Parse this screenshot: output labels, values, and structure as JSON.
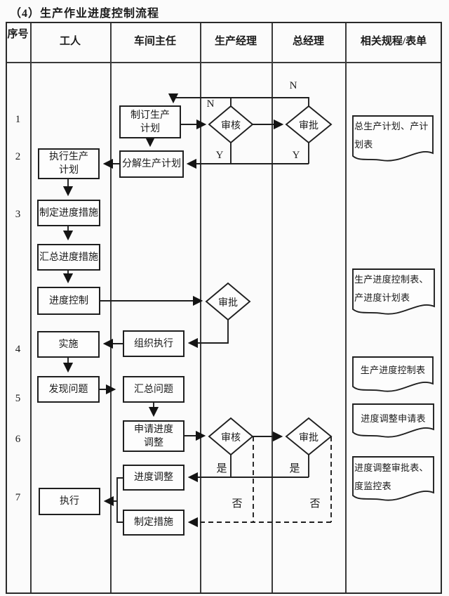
{
  "title": "（4）生产作业进度控制流程",
  "columns": {
    "seq": "序号",
    "worker": "工人",
    "workshop_director": "车间主任",
    "production_manager": "生产经理",
    "general_manager": "总经理",
    "related_forms": "相关规程/表单"
  },
  "row_numbers": [
    "1",
    "2",
    "3",
    "4",
    "5",
    "6",
    "7"
  ],
  "nodes": {
    "make_production_plan": "制订生产计划",
    "review_1": "审核",
    "approve_1": "审批",
    "execute_production_plan": "执行生产计划",
    "decompose_production_plan": "分解生产计划",
    "make_progress_measures": "制定进度措施",
    "summarize_progress_measures": "汇总进度措施",
    "progress_control": "进度控制",
    "approve_2": "审批",
    "implement": "实施",
    "organize_execution": "组织执行",
    "find_problems": "发现问题",
    "summarize_problems": "汇总问题",
    "apply_progress_adjustment": "申请进度调整",
    "review_2": "审核",
    "approve_3": "审批",
    "progress_adjustment": "进度调整",
    "execute": "执行",
    "make_measures": "制定措施"
  },
  "branch_labels": {
    "n_review_1": "N",
    "n_approve_1": "N",
    "y_review_1": "Y",
    "y_approve_1": "Y",
    "yes_review_2": "是",
    "yes_approve_3": "是",
    "no_review_2": "否",
    "no_approve_3": "否"
  },
  "documents": {
    "doc1": "总生产计划、产计划表",
    "doc2": "生产进度控制表、产进度计划表",
    "doc3": "生产进度控制表",
    "doc4": "进度调整申请表",
    "doc5": "进度调整审批表、度监控表"
  },
  "colors": {
    "line": "#1a1a1a",
    "table_border": "#2a2a2a",
    "background": "#fbfbfb",
    "shape_fill": "#fdfdfd"
  }
}
